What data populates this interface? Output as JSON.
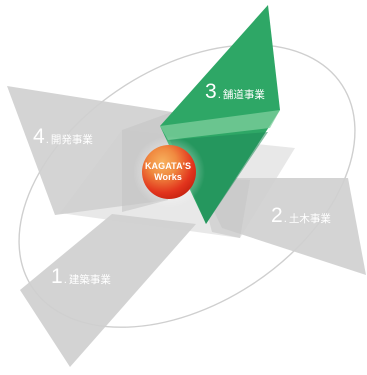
{
  "colors": {
    "segment_gray": "#d2d2d2",
    "panel_gray": "#dddddd",
    "accent_green": "#2ea766",
    "orbit_line": "#cfcfcf",
    "sphere_red": "#e2341d",
    "sphere_orange": "#f29a4a"
  },
  "center": {
    "line1": "KAGATA'S",
    "line2": "Works"
  },
  "segments": [
    {
      "num": "1",
      "sep": ".",
      "name": "建築事業"
    },
    {
      "num": "2",
      "sep": ".",
      "name": "土木事業"
    },
    {
      "num": "3",
      "sep": ".",
      "name": "舗道事業"
    },
    {
      "num": "4",
      "sep": ".",
      "name": "開発事業"
    }
  ]
}
